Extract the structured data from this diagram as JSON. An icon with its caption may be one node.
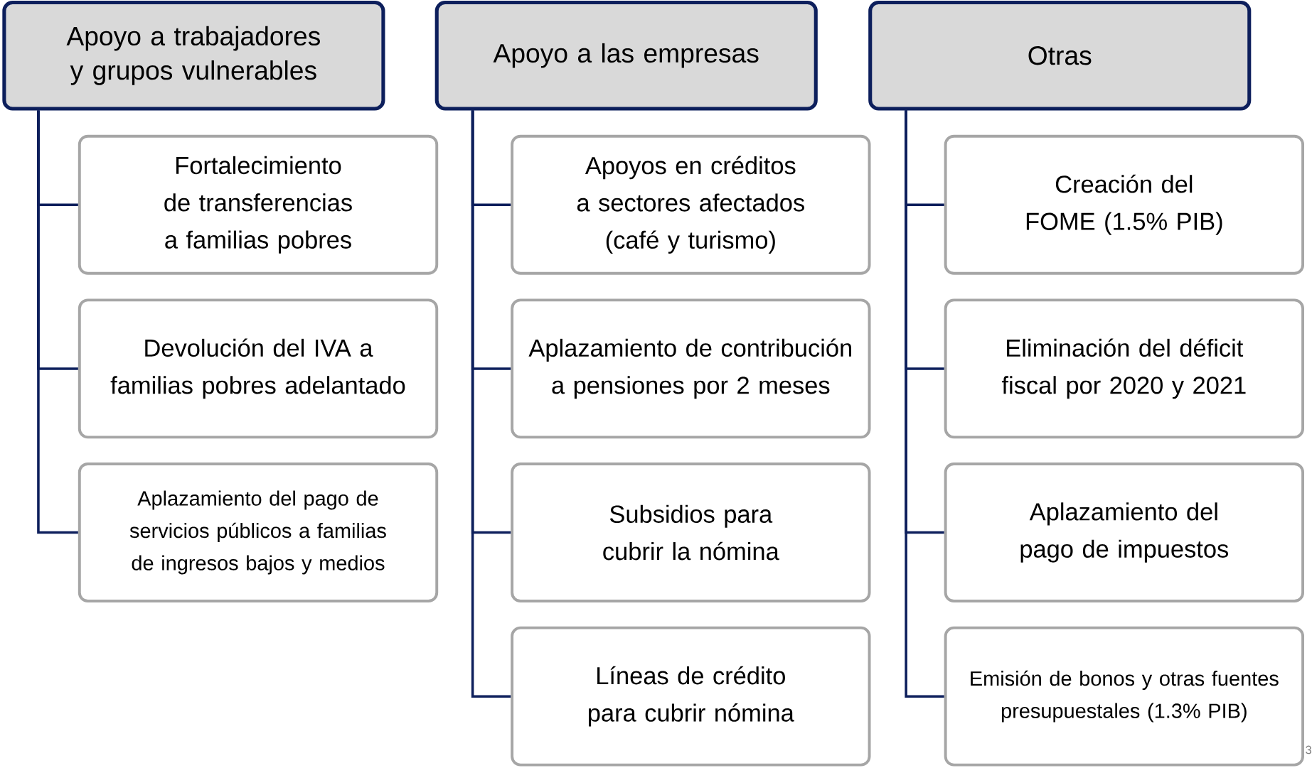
{
  "diagram": {
    "nodes": [
      {
        "text": [
          "Apoyo a trabajadores y grupos vulnerables"
        ]
      },
      {
        "text": [
          "Fortalecimiento de transferencias a familias pobres"
        ]
      },
      {
        "text": [
          "Devolución del IVA a familias pobres adelantado"
        ]
      },
      {
        "text": [
          "Aplazamiento del pago de servicios públicos a familias de ingresos bajos y medios"
        ]
      },
      {
        "text": [
          "Apoyo a las empresas"
        ]
      },
      {
        "text": [
          "Apoyos en créditos a sectores afectados (café y turismo)"
        ]
      },
      {
        "text": [
          "Aplazamiento de contribución a pensiones por 2 meses"
        ]
      },
      {
        "text": [
          "Subsidios para cubrir la nómina"
        ]
      },
      {
        "text": [
          "Líneas de crédito para cubrir nómina"
        ]
      },
      {
        "text": [
          "Otras"
        ]
      },
      {
        "text": [
          "Creación del FOME (1.5% PIB)"
        ]
      },
      {
        "text": [
          "Eliminación del déficit fiscal por 2020 y 2021"
        ]
      },
      {
        "text": [
          "Aplazamiento del pago de impuestos"
        ]
      },
      {
        "text": [
          "Emisión de bonos y otras fuentes presupuestales (1.3% PIB)"
        ]
      }
    ],
    "edges": [
      {
        "from": 0,
        "to": 1,
        "arrow": "none"
      },
      {
        "from": 0,
        "to": 2,
        "arrow": "none"
      },
      {
        "from": 0,
        "to": 3,
        "arrow": "none"
      },
      {
        "from": 4,
        "to": 5,
        "arrow": "none"
      },
      {
        "from": 4,
        "to": 6,
        "arrow": "none"
      },
      {
        "from": 4,
        "to": 7,
        "arrow": "none"
      },
      {
        "from": 4,
        "to": 8,
        "arrow": "none"
      },
      {
        "from": 9,
        "to": 10,
        "arrow": "none"
      },
      {
        "from": 9,
        "to": 11,
        "arrow": "none"
      },
      {
        "from": 9,
        "to": 12,
        "arrow": "none"
      },
      {
        "from": 9,
        "to": 13,
        "arrow": "none"
      }
    ],
    "labels": [
      "3"
    ]
  }
}
